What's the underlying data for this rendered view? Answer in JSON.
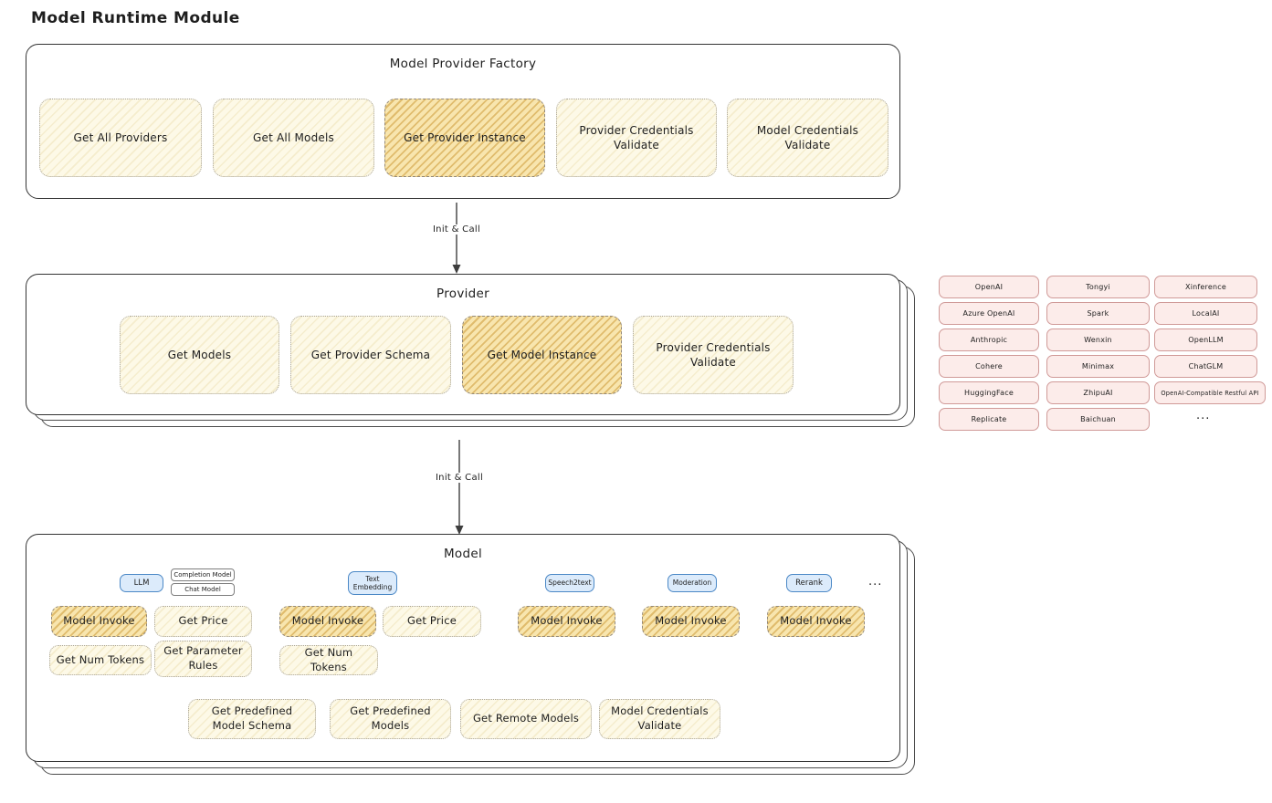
{
  "title": "Model Runtime Module",
  "arrow1": {
    "label": "Init & Call"
  },
  "arrow2": {
    "label": "Init & Call"
  },
  "factory": {
    "title": "Model Provider Factory",
    "items": [
      {
        "label": "Get All Providers"
      },
      {
        "label": "Get All Models"
      },
      {
        "label": "Get Provider Instance"
      },
      {
        "label": "Provider Credentials Validate"
      },
      {
        "label": "Model Credentials Validate"
      }
    ]
  },
  "provider": {
    "title": "Provider",
    "items": [
      {
        "label": "Get Models"
      },
      {
        "label": "Get Provider Schema"
      },
      {
        "label": "Get Model Instance"
      },
      {
        "label": "Provider Credentials Validate"
      }
    ]
  },
  "providers_grid": {
    "col1": [
      "OpenAI",
      "Azure OpenAI",
      "Anthropic",
      "Cohere",
      "HuggingFace",
      "Replicate"
    ],
    "col2": [
      "Tongyi",
      "Spark",
      "Wenxin",
      "Minimax",
      "ZhipuAI",
      "Baichuan"
    ],
    "col3": [
      "Xinference",
      "LocalAI",
      "OpenLLM",
      "ChatGLM",
      "OpenAI-Compatible Restful API"
    ],
    "more": "..."
  },
  "model": {
    "title": "Model",
    "tags": {
      "llm": "LLM",
      "completion_model": "Completion Model",
      "chat_model": "Chat Model",
      "text_embedding": "Text Embedding",
      "speech2text": "Speech2text",
      "moderation": "Moderation",
      "rerank": "Rerank",
      "more": "..."
    },
    "llm_ops": [
      "Model Invoke",
      "Get Price",
      "Get Num Tokens",
      "Get Parameter Rules"
    ],
    "embedding_ops": [
      "Model Invoke",
      "Get Price",
      "Get Num Tokens"
    ],
    "speech2text_ops": [
      "Model Invoke"
    ],
    "moderation_ops": [
      "Model Invoke"
    ],
    "rerank_ops": [
      "Model Invoke"
    ],
    "common_ops": [
      "Get Predefined Model Schema",
      "Get Predefined Models",
      "Get Remote Models",
      "Model Credentials Validate"
    ]
  }
}
